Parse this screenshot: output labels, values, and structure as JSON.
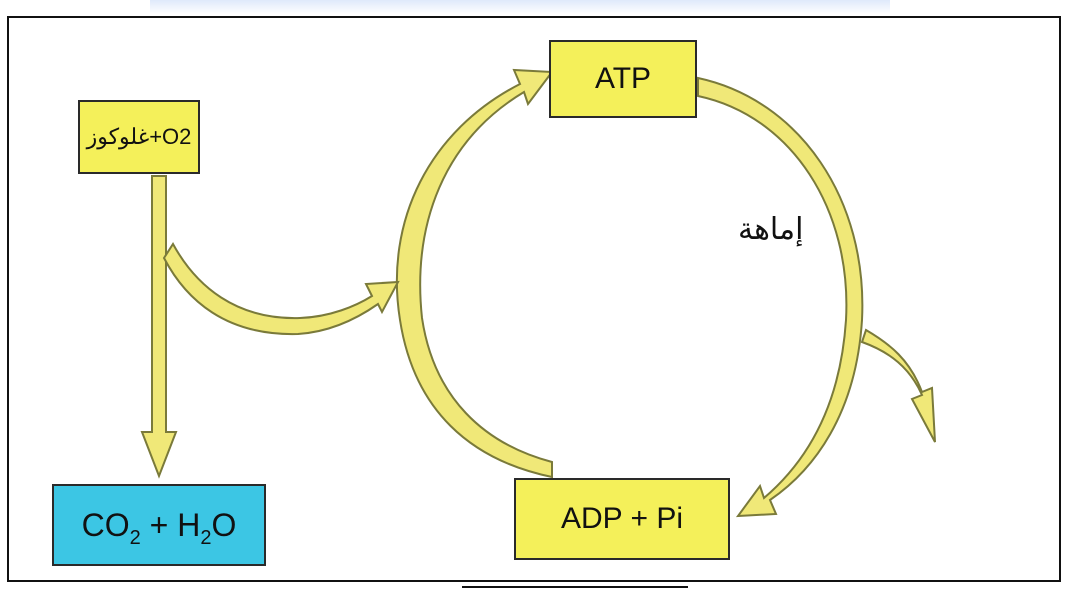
{
  "colors": {
    "arrow_fill": "#f0e878",
    "arrow_stroke": "#7a7a3a",
    "yellow_box": "#f4f05a",
    "blue_box": "#3cc6e4"
  },
  "nodes": {
    "glucose": "غلوكوز+O2",
    "atp": "ATP",
    "adp": "ADP + Pi",
    "co2_water": {
      "co": "CO",
      "sub1": "2",
      "mid": " + H",
      "sub2": "2",
      "end": "O"
    }
  },
  "labels": {
    "hydrolysis": "إماهة"
  }
}
